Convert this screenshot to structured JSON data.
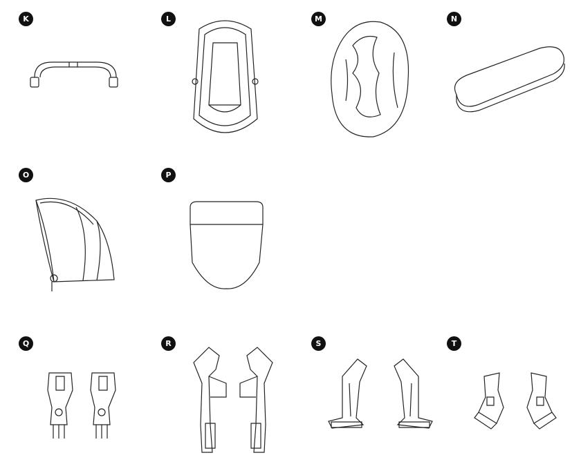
{
  "parts": [
    {
      "label": "K",
      "icon": "carry-handle-bar-icon"
    },
    {
      "label": "L",
      "icon": "bassinet-icon"
    },
    {
      "label": "M",
      "icon": "rain-cover-icon"
    },
    {
      "label": "N",
      "icon": "mattress-icon"
    },
    {
      "label": "O",
      "icon": "canopy-hood-icon"
    },
    {
      "label": "P",
      "icon": "footmuff-apron-icon"
    },
    {
      "label": "Q",
      "icon": "car-seat-adapter-small-icon"
    },
    {
      "label": "R",
      "icon": "bassinet-adapter-icon"
    },
    {
      "label": "S",
      "icon": "seat-adapter-icon"
    },
    {
      "label": "T",
      "icon": "lower-adapter-icon"
    }
  ],
  "colors": {
    "line": "#222222",
    "badge": "#111111"
  }
}
